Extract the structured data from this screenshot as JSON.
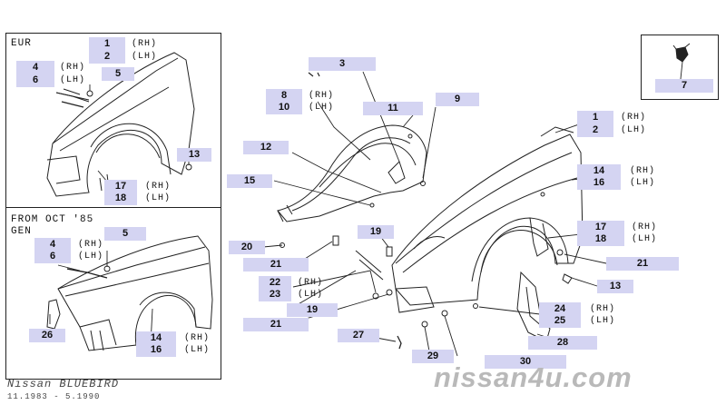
{
  "section_eur": "EUR",
  "section_gen": [
    "FROM OCT '85",
    "GEN"
  ],
  "footer": {
    "model": "Nissan BLUEBIRD",
    "dates": "11.1983 - 5.1990"
  },
  "watermark": "nissan4u.com",
  "callouts": [
    {
      "id": "eur-1",
      "number": "1",
      "note": "(RH)"
    },
    {
      "id": "eur-2",
      "number": "2",
      "note": "(LH)"
    },
    {
      "id": "eur-4",
      "number": "4",
      "note": "(RH)"
    },
    {
      "id": "eur-6",
      "number": "6",
      "note": "(LH)"
    },
    {
      "id": "eur-5",
      "number": "5",
      "note": ""
    },
    {
      "id": "eur-13",
      "number": "13",
      "note": ""
    },
    {
      "id": "eur-17",
      "number": "17",
      "note": "(RH)"
    },
    {
      "id": "eur-18",
      "number": "18",
      "note": "(LH)"
    },
    {
      "id": "gen-5",
      "number": "5",
      "note": ""
    },
    {
      "id": "gen-4",
      "number": "4",
      "note": "(RH)"
    },
    {
      "id": "gen-6",
      "number": "6",
      "note": "(LH)"
    },
    {
      "id": "gen-26",
      "number": "26",
      "note": ""
    },
    {
      "id": "gen-14",
      "number": "14",
      "note": "(RH)"
    },
    {
      "id": "gen-16",
      "number": "16",
      "note": "(LH)"
    },
    {
      "id": "c-3",
      "number": "3",
      "note": ""
    },
    {
      "id": "c-8",
      "number": "8",
      "note": "(RH)"
    },
    {
      "id": "c-10",
      "number": "10",
      "note": "(LH)"
    },
    {
      "id": "c-9",
      "number": "9",
      "note": ""
    },
    {
      "id": "c-11",
      "number": "11",
      "note": ""
    },
    {
      "id": "c-12",
      "number": "12",
      "note": ""
    },
    {
      "id": "c-15",
      "number": "15",
      "note": ""
    },
    {
      "id": "c-19a",
      "number": "19",
      "note": ""
    },
    {
      "id": "c-20",
      "number": "20",
      "note": ""
    },
    {
      "id": "c-21a",
      "number": "21",
      "note": ""
    },
    {
      "id": "c-22",
      "number": "22",
      "note": "(RH)"
    },
    {
      "id": "c-23",
      "number": "23",
      "note": "(LH)"
    },
    {
      "id": "c-19b",
      "number": "19",
      "note": ""
    },
    {
      "id": "c-21b",
      "number": "21",
      "note": ""
    },
    {
      "id": "c-27",
      "number": "27",
      "note": ""
    },
    {
      "id": "c-29",
      "number": "29",
      "note": ""
    },
    {
      "id": "c-30",
      "number": "30",
      "note": ""
    },
    {
      "id": "r-7",
      "number": "7",
      "note": ""
    },
    {
      "id": "r-1",
      "number": "1",
      "note": "(RH)"
    },
    {
      "id": "r-2",
      "number": "2",
      "note": "(LH)"
    },
    {
      "id": "r-14",
      "number": "14",
      "note": "(RH)"
    },
    {
      "id": "r-16",
      "number": "16",
      "note": "(LH)"
    },
    {
      "id": "r-17",
      "number": "17",
      "note": "(RH)"
    },
    {
      "id": "r-18",
      "number": "18",
      "note": "(LH)"
    },
    {
      "id": "r-21",
      "number": "21",
      "note": ""
    },
    {
      "id": "r-13",
      "number": "13",
      "note": ""
    },
    {
      "id": "r-24",
      "number": "24",
      "note": "(RH)"
    },
    {
      "id": "r-25",
      "number": "25",
      "note": "(LH)"
    },
    {
      "id": "r-28",
      "number": "28",
      "note": ""
    }
  ]
}
